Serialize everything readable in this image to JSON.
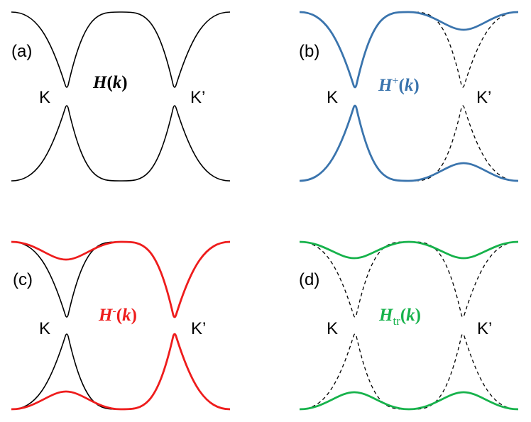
{
  "colors": {
    "original": "#000000",
    "plus": "#3a74ad",
    "minus": "#ee1c1c",
    "tr": "#16b24b"
  },
  "panels": [
    {
      "id": "a",
      "label": "(a)",
      "valley_left": "K",
      "valley_right": "K’",
      "ham_main": "H",
      "ham_sup": "",
      "ham_sub": "",
      "ham_open": "(",
      "ham_k": "k",
      "ham_close": ")"
    },
    {
      "id": "b",
      "label": "(b)",
      "valley_left": "K",
      "valley_right": "K’",
      "ham_main": "H",
      "ham_sup": "+",
      "ham_sub": "",
      "ham_open": "(",
      "ham_k": "k",
      "ham_close": ")"
    },
    {
      "id": "c",
      "label": "(c)",
      "valley_left": "K",
      "valley_right": "K’",
      "ham_main": "H",
      "ham_sup": "-",
      "ham_sub": "",
      "ham_open": "(",
      "ham_k": "k",
      "ham_close": ")"
    },
    {
      "id": "d",
      "label": "(d)",
      "valley_left": "K",
      "valley_right": "K’",
      "ham_main": "H",
      "ham_sup": "",
      "ham_sub": "tr",
      "ham_open": "(",
      "ham_k": "k",
      "ham_close": ")"
    }
  ]
}
